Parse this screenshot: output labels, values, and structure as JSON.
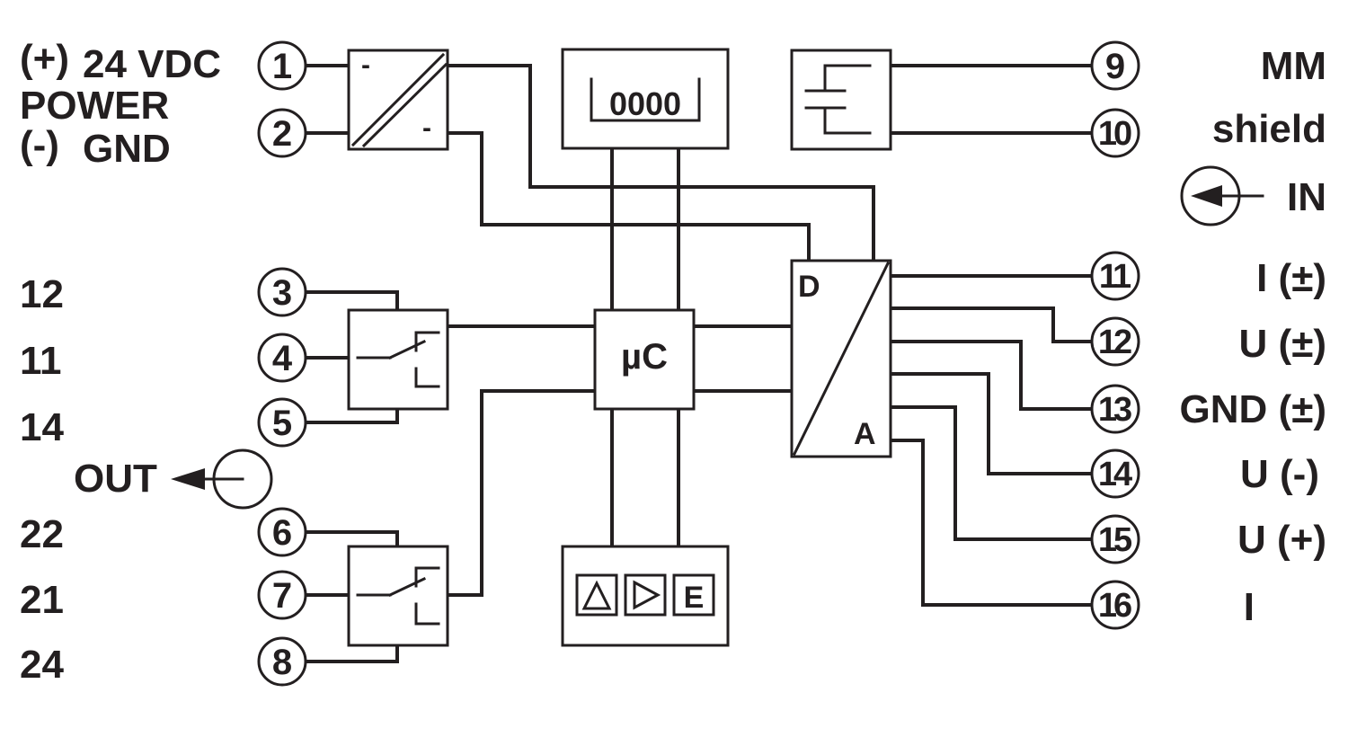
{
  "power": {
    "plus_sign": "(+)",
    "voltage": "24 VDC",
    "power_word": "POWER",
    "minus_sign": "(-)",
    "gnd_word": "GND"
  },
  "relay_contacts": {
    "r1_a": "12",
    "r1_b": "11",
    "r1_c": "14",
    "out_label": "OUT",
    "r2_a": "22",
    "r2_b": "21",
    "r2_c": "24"
  },
  "terminals": [
    "1",
    "2",
    "3",
    "4",
    "5",
    "6",
    "7",
    "8",
    "9",
    "10",
    "11",
    "12",
    "13",
    "14",
    "15",
    "16"
  ],
  "blocks": {
    "converter_minus_top": "-",
    "converter_minus_bottom": "-",
    "display_value": "0000",
    "micro": "µC",
    "dac_d": "D",
    "dac_a": "A",
    "key_e": "E"
  },
  "right_labels": {
    "mm": "MM",
    "shield": "shield",
    "in": "IN",
    "t11": "I (±)",
    "t12": "U (±)",
    "t13": "GND (±)",
    "t14": "U (-)",
    "t15": "U (+)",
    "t16": "I"
  }
}
